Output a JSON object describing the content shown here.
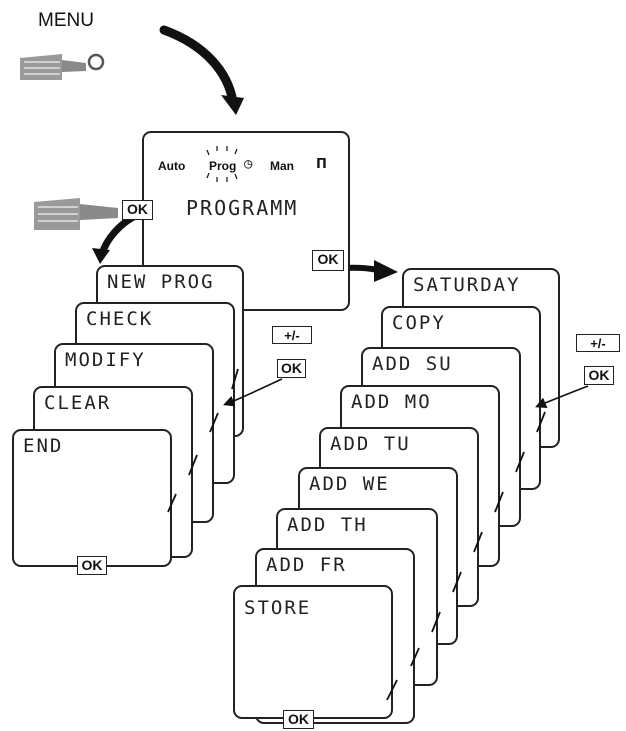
{
  "menu_label": "MENU",
  "ok_label": "OK",
  "plus_minus_label": "+/-",
  "main_screen": {
    "modes": [
      "Auto",
      "Prog",
      "Man"
    ],
    "active_mode": "Prog",
    "title": "PROGRAMM"
  },
  "prog_menu": [
    "NEW PROG",
    "CHECK",
    "MODIFY",
    "CLEAR",
    "END"
  ],
  "new_prog_steps": [
    "SATURDAY",
    "COPY",
    "ADD SU",
    "ADD MO",
    "ADD TU",
    "ADD WE",
    "ADD TH",
    "ADD FR",
    "STORE"
  ]
}
